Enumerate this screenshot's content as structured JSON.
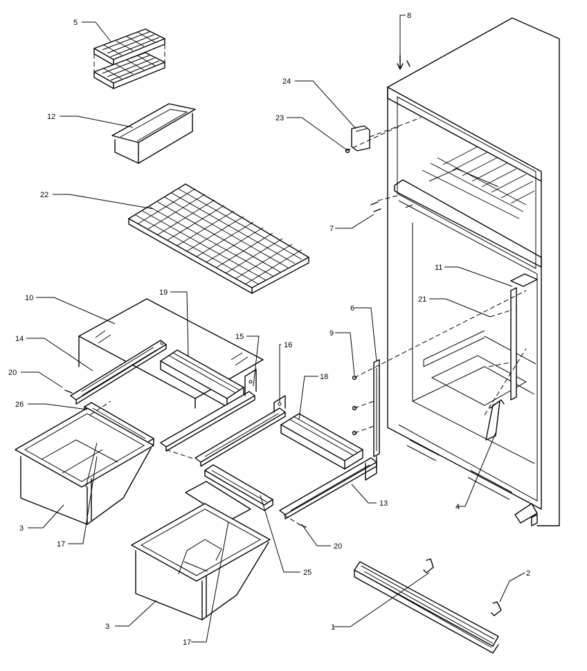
{
  "callouts": {
    "c1": "1",
    "c2": "2",
    "c3a": "3",
    "c3b": "3",
    "c4": "4",
    "c5": "5",
    "c6": "6",
    "c7": "7",
    "c8": "8",
    "c9": "9",
    "c10": "10",
    "c11": "11",
    "c12": "12",
    "c13": "13",
    "c14": "14",
    "c15": "15",
    "c16": "16",
    "c17a": "17",
    "c17b": "17",
    "c18": "18",
    "c19": "19",
    "c20a": "20",
    "c20b": "20",
    "c21": "21",
    "c22": "22",
    "c23": "23",
    "c24": "24",
    "c25": "25",
    "c26": "26"
  }
}
